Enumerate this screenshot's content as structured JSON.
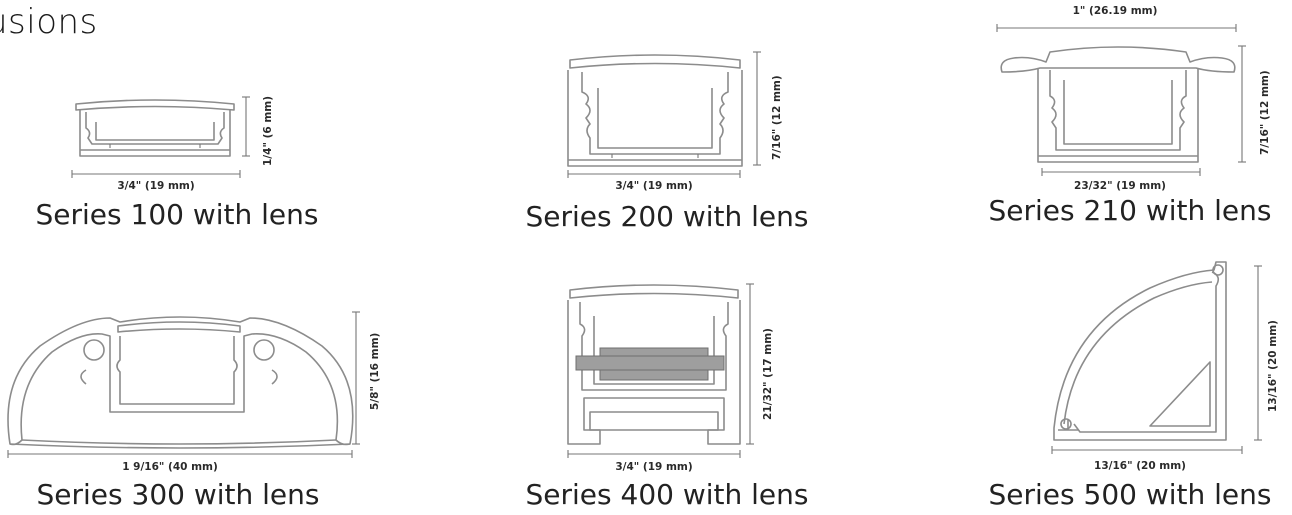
{
  "title": "usions",
  "profiles": [
    {
      "caption": "Series 100 with lens",
      "width_label": "3/4\" (19 mm)",
      "height_label": "1/4\" (6 mm)"
    },
    {
      "caption": "Series 200 with lens",
      "width_label": "3/4\" (19 mm)",
      "height_label": "7/16\" (12 mm)"
    },
    {
      "caption": "Series 210 with lens",
      "width_label": "23/32\" (19 mm)",
      "height_label": "7/16\" (12 mm)",
      "top_label": "1\" (26.19 mm)"
    },
    {
      "caption": "Series 300 with lens",
      "width_label": "1 9/16\" (40 mm)",
      "height_label": "5/8\" (16 mm)"
    },
    {
      "caption": "Series 400 with lens",
      "width_label": "3/4\" (19 mm)",
      "height_label": "21/32\" (17 mm)"
    },
    {
      "caption": "Series 500 with lens",
      "width_label": "13/16\" (20 mm)",
      "height_label": "13/16\" (20 mm)"
    }
  ],
  "colors": {
    "outline": "#8c8c8c",
    "led_strip": "#9e9e9e"
  }
}
